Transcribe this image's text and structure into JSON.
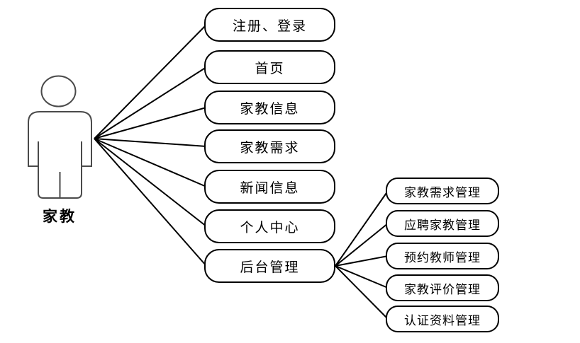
{
  "diagram": {
    "title": "use-case-diagram",
    "actor": {
      "label": "家教"
    },
    "main_usecases": [
      {
        "label": "注册、登录"
      },
      {
        "label": "首页"
      },
      {
        "label": "家教信息"
      },
      {
        "label": "家教需求"
      },
      {
        "label": "新闻信息"
      },
      {
        "label": "个人中心"
      },
      {
        "label": "后台管理"
      }
    ],
    "admin_usecases": [
      {
        "label": "家教需求管理"
      },
      {
        "label": "应聘家教管理"
      },
      {
        "label": "预约教师管理"
      },
      {
        "label": "家教评价管理"
      },
      {
        "label": "认证资料管理"
      }
    ],
    "colors": {
      "background": "#ffffff",
      "connector_line": "#000000",
      "box_border": "#000000",
      "actor_outline": "#4a4a4a",
      "text": "#000000"
    }
  }
}
